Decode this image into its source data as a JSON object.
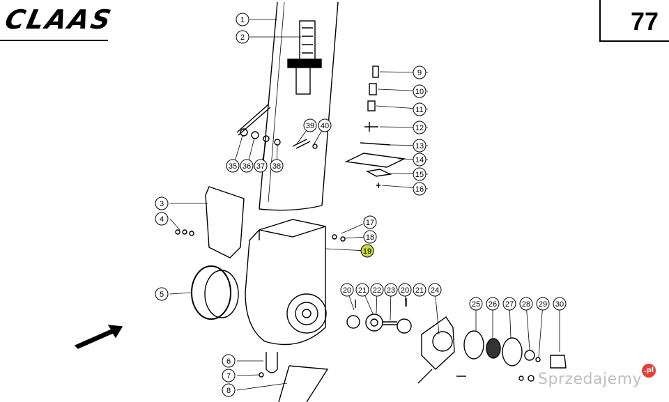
{
  "header": {
    "brand": "CLAAS",
    "page_number": "77"
  },
  "colors": {
    "line": "#000000",
    "highlight": "#c9d938",
    "watermark_badge": "#e4403a"
  },
  "callouts": [
    "1",
    "2",
    "9",
    "10",
    "11",
    "12",
    "13",
    "14",
    "15",
    "16",
    "35",
    "36",
    "37",
    "38",
    "39",
    "40",
    "3",
    "4",
    "17",
    "18",
    "19",
    "5",
    "20",
    "21",
    "22",
    "23",
    "20",
    "21",
    "24",
    "25",
    "26",
    "27",
    "28",
    "29",
    "30",
    "6",
    "7",
    "8"
  ],
  "highlighted_callout": "19",
  "watermark": {
    "text": "Sprzedajemy",
    "badge": ".pl"
  }
}
